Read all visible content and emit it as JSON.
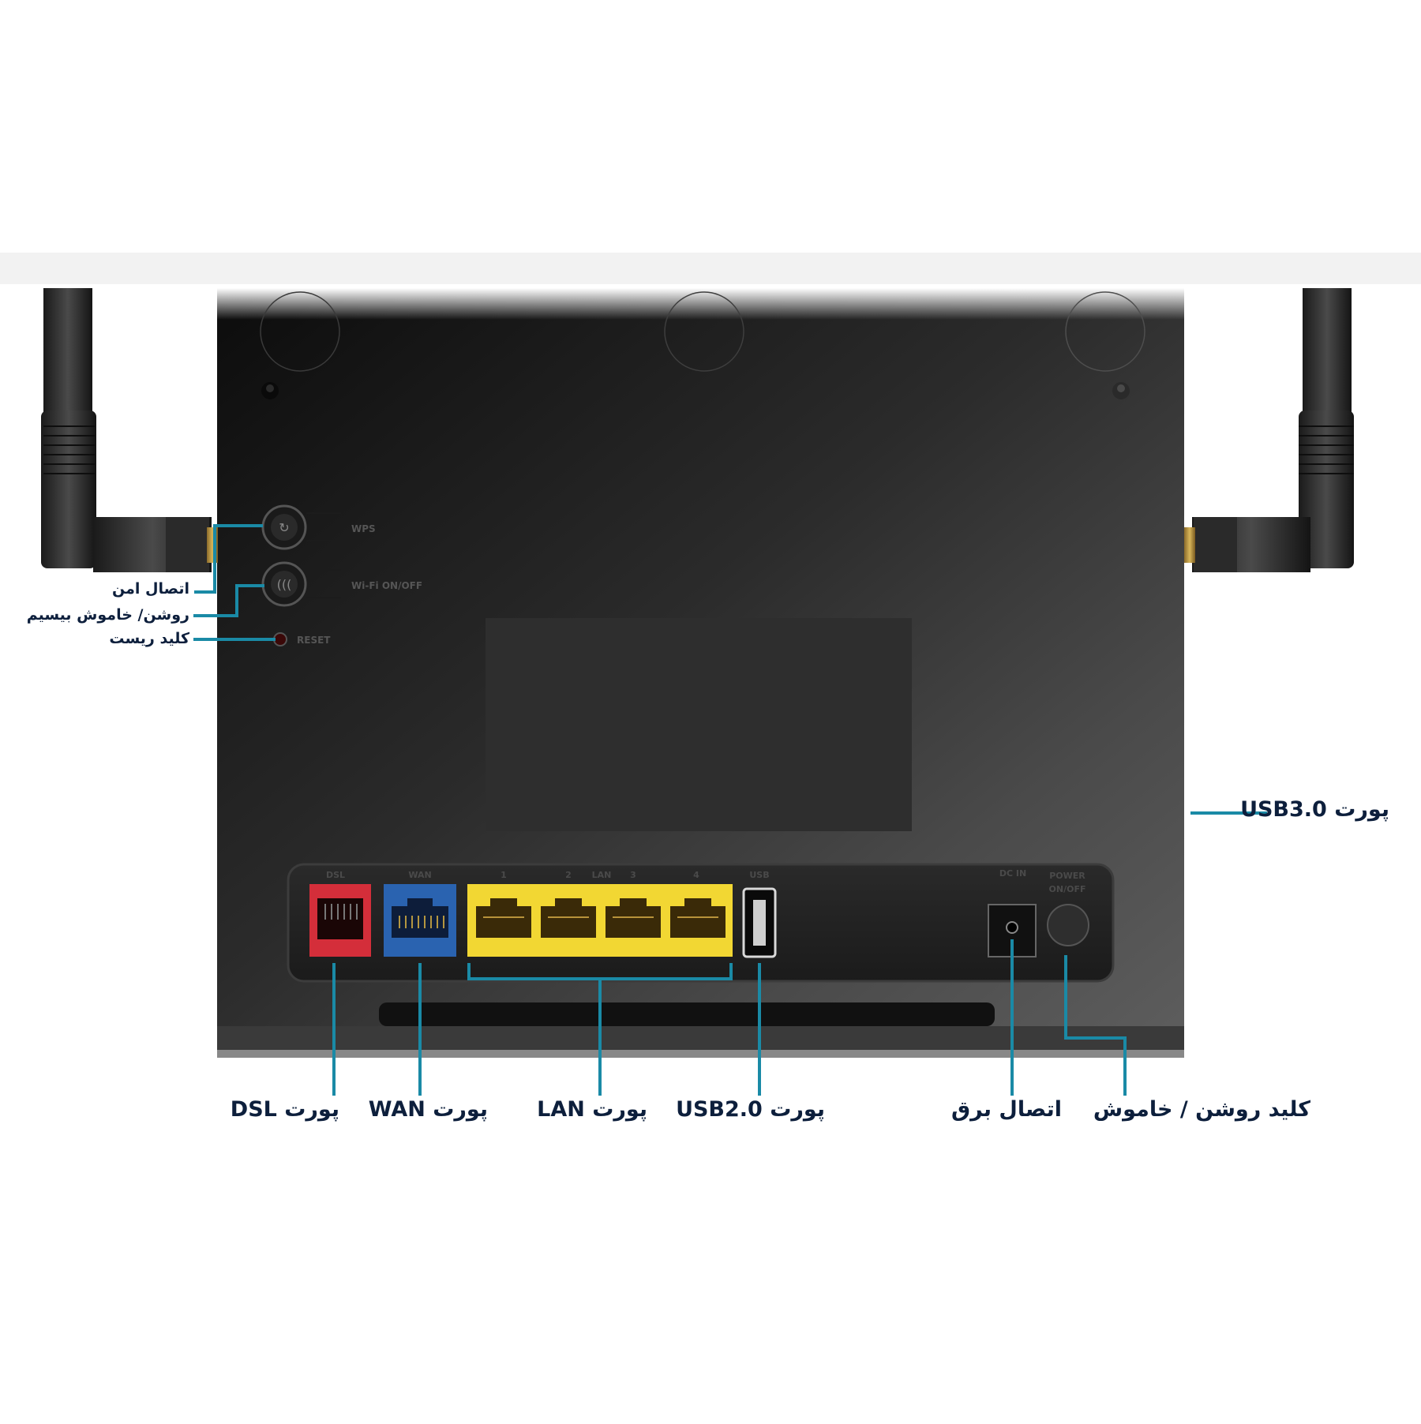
{
  "device": {
    "button_labels": {
      "wps": "WPS",
      "wifi": "Wi-Fi ON/OFF",
      "reset": "RESET"
    },
    "port_labels": {
      "dsl": "DSL",
      "wan": "WAN",
      "lan_group": "LAN",
      "lan_1": "1",
      "lan_2": "2",
      "lan_3": "3",
      "lan_4": "4",
      "usb": "USB",
      "dc_in": "DC IN",
      "power_top": "POWER",
      "power_bottom": "ON/OFF"
    },
    "port_colors": {
      "dsl": "#d42e3a",
      "wan": "#2a63b0",
      "lan": "#f2d733",
      "leader": "#1a8aa6"
    }
  },
  "callouts": {
    "wps": "اتصال امن",
    "wifi": "روشن/ خاموش بیسیم",
    "reset": "کلید ریست",
    "usb3": "پورت USB3.0",
    "dsl": "پورت DSL",
    "wan": "پورت WAN",
    "lan": "پورت LAN",
    "usb2": "پورت USB2.0",
    "power_in": "اتصال برق",
    "power_switch": "کلید روشن / خاموش"
  }
}
